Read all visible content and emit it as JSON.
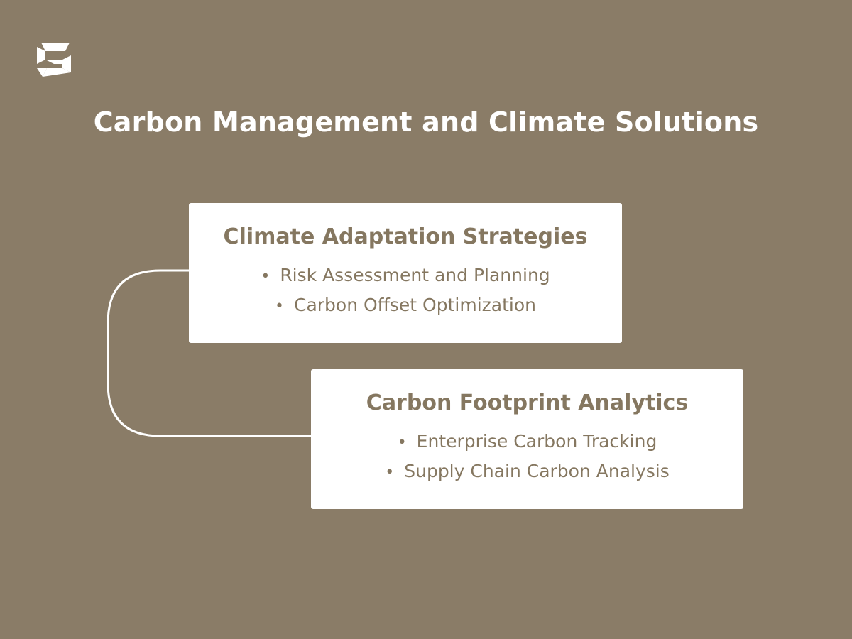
{
  "brand": {
    "logo_icon": "stylized-s-logo"
  },
  "title": "Carbon Management and Climate Solutions",
  "colors": {
    "background": "#8a7c67",
    "card": "#ffffff",
    "card_text": "#857760",
    "connector": "#ffffff"
  },
  "cards": [
    {
      "title": "Climate Adaptation Strategies",
      "items": [
        "Risk Assessment and Planning",
        "Carbon Offset Optimization"
      ]
    },
    {
      "title": "Carbon Footprint Analytics",
      "items": [
        "Enterprise Carbon Tracking",
        "Supply Chain Carbon Analysis"
      ]
    }
  ],
  "bullet": "•"
}
